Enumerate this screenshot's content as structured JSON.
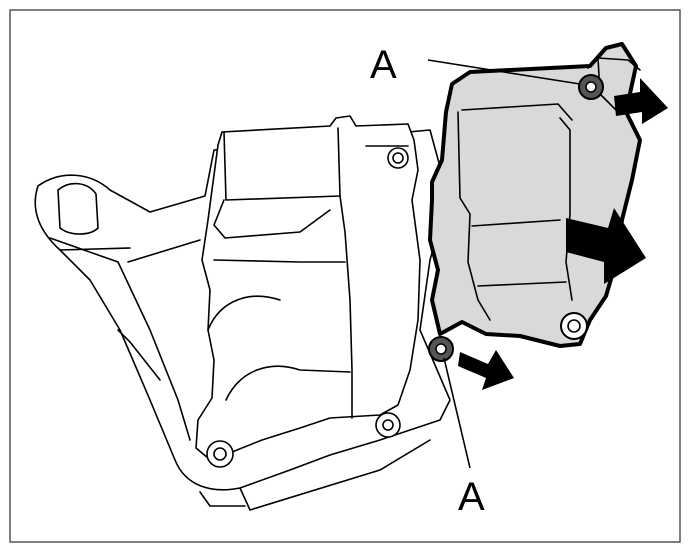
{
  "figure": {
    "callouts": [
      {
        "id": "top",
        "label": "A"
      },
      {
        "id": "bottom",
        "label": "A"
      }
    ],
    "colors": {
      "highlight_fill": "#d9d9d9",
      "line": "#000000",
      "background": "#ffffff"
    }
  }
}
